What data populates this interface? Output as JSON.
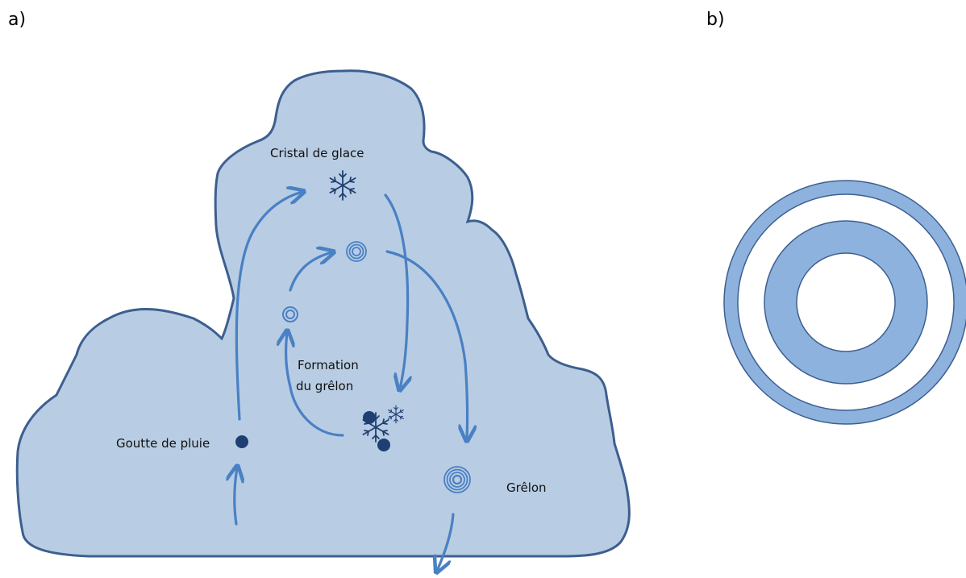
{
  "panels": {
    "a": "a)",
    "b": "b)"
  },
  "labels": {
    "ice_crystal": "Cristal de glace",
    "formation_line1": "Formation",
    "formation_line2": "du grêlon",
    "raindrop": "Goutte de pluie",
    "hailstone": "Grêlon"
  },
  "colors": {
    "cloud_fill": "#b8cde3",
    "cloud_stroke": "#3d5f8f",
    "arrow": "#4a80c4",
    "dark_blue": "#1f3f73",
    "ring_fill": "#8eb2de",
    "ring_stroke": "#3d5f8f"
  }
}
